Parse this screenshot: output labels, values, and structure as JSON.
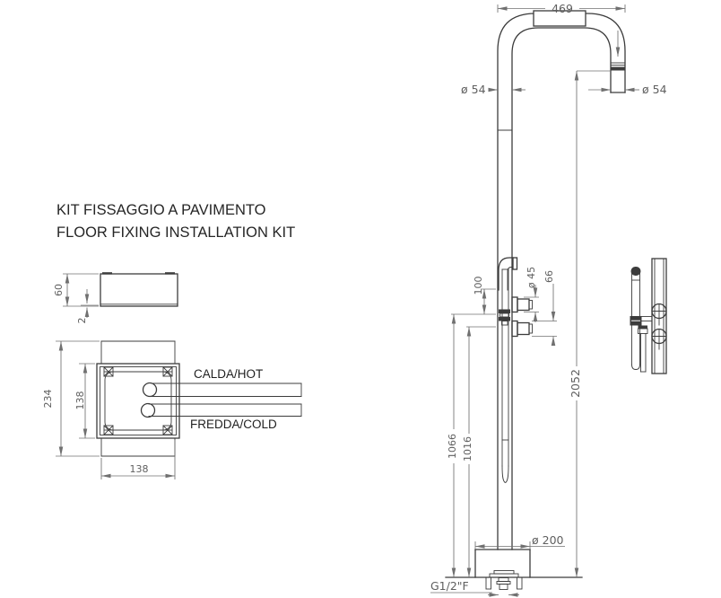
{
  "drawing": {
    "title_line1": "KIT FISSAGGIO A PAVIMENTO",
    "title_line2": "FLOOR FIXING INSTALLATION KIT",
    "label_hot": "CALDA/HOT",
    "label_cold": "FREDDA/COLD",
    "label_inlet_thread": "G1/2\"F",
    "dim_arch_width": "469",
    "dim_column_diameter": "ø 54",
    "dim_head_diameter": "ø 54",
    "dim_box_height": "60",
    "dim_plate_thickness": "2",
    "dim_kit_length": "234",
    "dim_kit_inner_width": "138",
    "dim_kit_width": "138",
    "dim_hook_offset": "100",
    "dim_knob_diameter": "ø 45",
    "dim_knob_spacing": "66",
    "dim_mixer_height": "1066",
    "dim_spout_height": "1016",
    "dim_total_height": "2052",
    "dim_base_diameter": "ø 200"
  },
  "colors": {
    "object_line": "#3c3c3c",
    "dimension_line": "#707070",
    "dimension_text": "#5f5f5f",
    "label_text": "#1f1f1f",
    "background": "#ffffff"
  }
}
